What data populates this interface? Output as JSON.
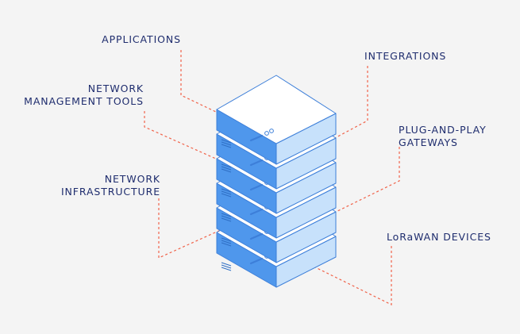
{
  "labels": {
    "applications": "APPLICATIONS",
    "network_management_tools": [
      "NETWORK",
      "MANAGEMENT TOOLS"
    ],
    "network_infrastructure": [
      "NETWORK",
      "INFRASTRUCTURE"
    ],
    "integrations": "INTEGRATIONS",
    "plug_and_play_gateways": [
      "PLUG-AND-PLAY",
      "GATEWAYS"
    ],
    "lorawan_devices": "LoRaWAN DEVICES"
  },
  "colors": {
    "background": "#f4f4f4",
    "label_text": "#1f2d6e",
    "leader_line": "#f0634a",
    "outline": "#3d7fd9",
    "face_top": "#ffffff",
    "face_left": "#4f97ec",
    "face_right": "#c7e1fb"
  }
}
